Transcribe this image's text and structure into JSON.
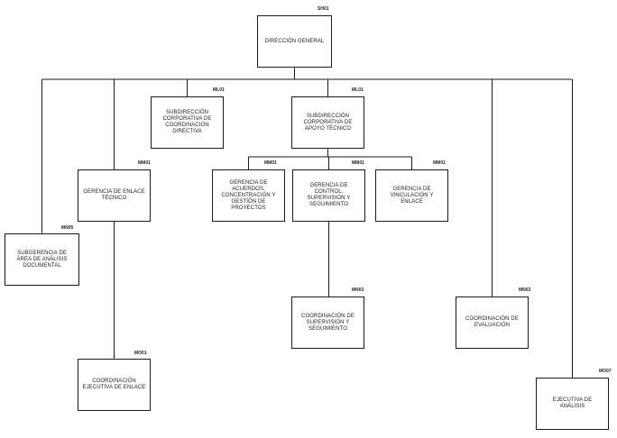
{
  "org_chart": {
    "nodes": [
      {
        "id": "dg",
        "code": "SH01",
        "label": "DIRECCIÓN GENERAL"
      },
      {
        "id": "scd",
        "code": "ML01",
        "label": "SUBDIRECCIÓN CORPORATIVA DE COORDINACIÓN DIRECTIVA"
      },
      {
        "id": "scat",
        "code": "ML01",
        "label": "SUBDIRECCIÓN CORPORATIVA DE APOYO TÉCNICO"
      },
      {
        "id": "get",
        "code": "MM01",
        "label": "GERENCIA DE ENLACE TÉCNICO"
      },
      {
        "id": "gac",
        "code": "MM01",
        "label": "GERENCIA DE ACUERDOS, CONCENTRACIÓN Y GESTIÓN DE PROYECTOS"
      },
      {
        "id": "gcs",
        "code": "MM01",
        "label": "GERENCIA DE CONTROL, SUPERVISIÓN Y SEGUIMIENTO"
      },
      {
        "id": "gve",
        "code": "MM01",
        "label": "GERENCIA DE VINCULACIÓN Y ENLACE"
      },
      {
        "id": "saa",
        "code": "MN05",
        "label": "SUBGERENCIA DE ÁREA DE ANÁLISIS DOCUMENTAL"
      },
      {
        "id": "css",
        "code": "MN03",
        "label": "COORDINACIÓN DE SUPERVISIÓN Y SEGUIMIENTO"
      },
      {
        "id": "cev",
        "code": "MN03",
        "label": "COORDINACIÓN DE EVALUACIÓN"
      },
      {
        "id": "cee",
        "code": "MO01",
        "label": "COORDINACIÓN EJECUTIVA DE ENLACE"
      },
      {
        "id": "ea",
        "code": "MO07",
        "label": "EJECUTIVA DE ANÁLISIS"
      }
    ],
    "edges": [
      [
        "dg",
        "scd"
      ],
      [
        "dg",
        "scat"
      ],
      [
        "dg",
        "get"
      ],
      [
        "dg",
        "saa"
      ],
      [
        "dg",
        "cev"
      ],
      [
        "dg",
        "ea"
      ],
      [
        "scat",
        "gac"
      ],
      [
        "scat",
        "gcs"
      ],
      [
        "scat",
        "gve"
      ],
      [
        "gcs",
        "css"
      ],
      [
        "get",
        "cee"
      ]
    ],
    "line_color": "#1a1a1a"
  }
}
